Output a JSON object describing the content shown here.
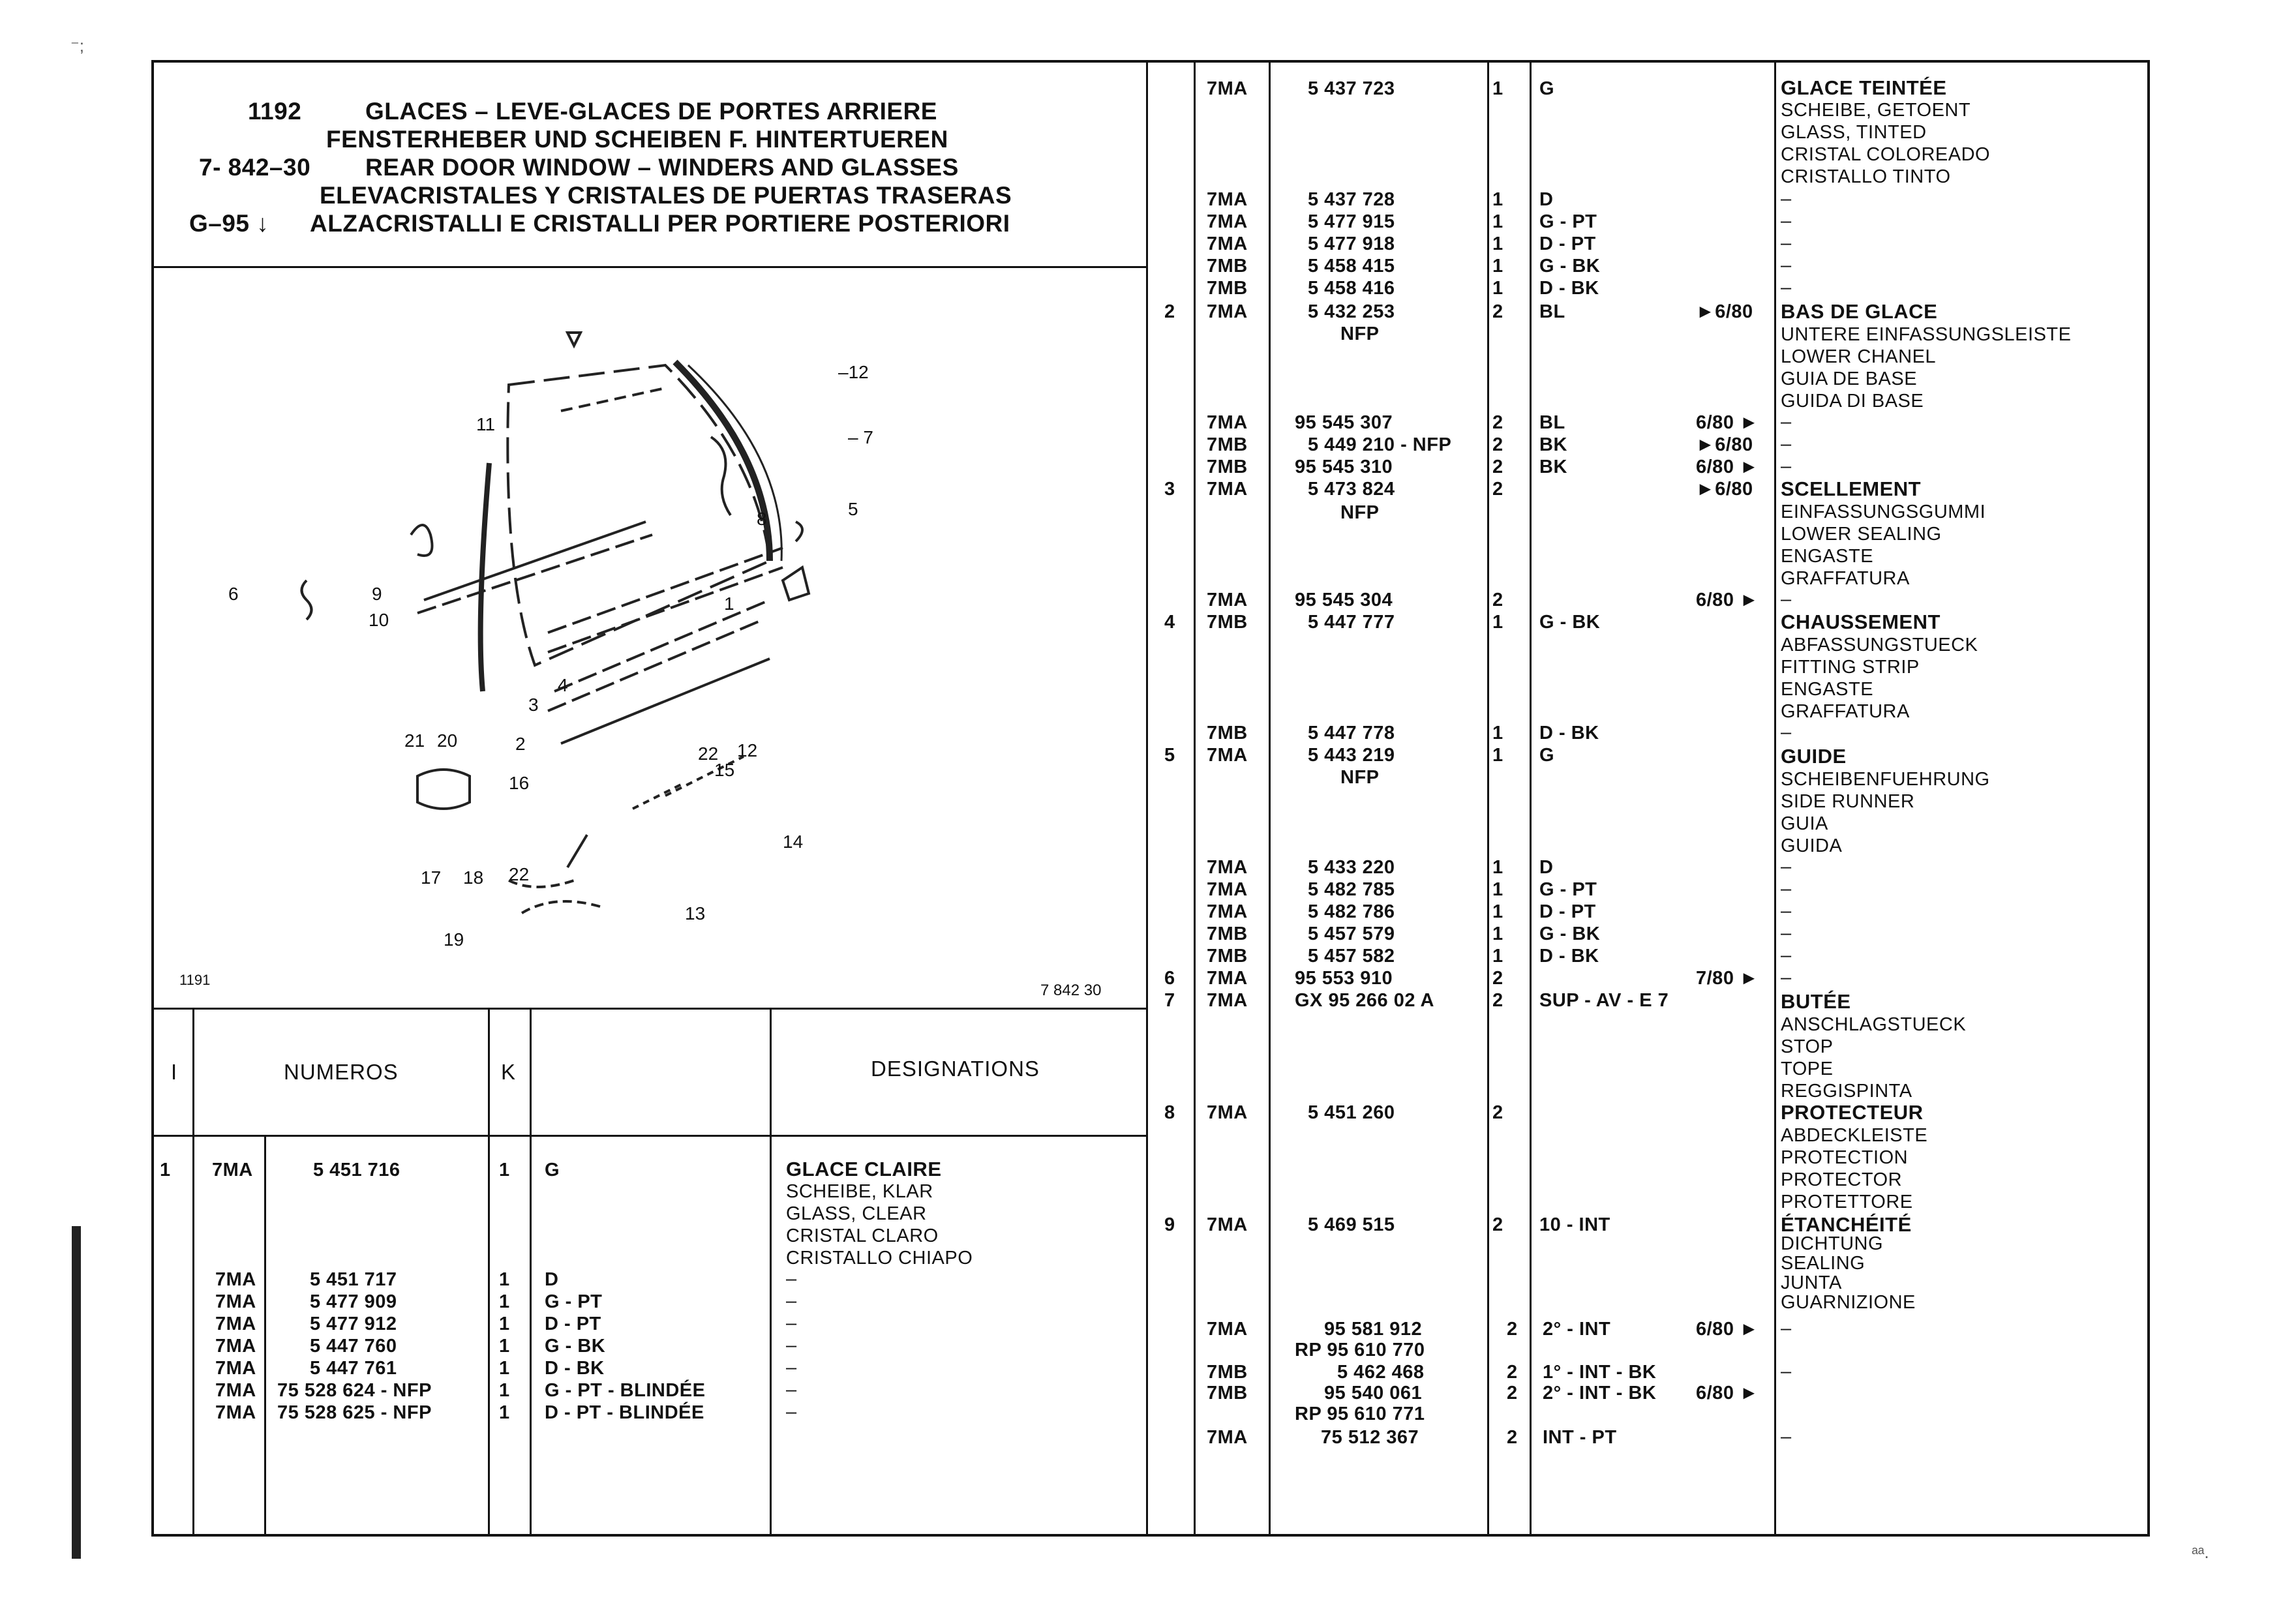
{
  "header": {
    "title_lines": [
      {
        "prefix": "1192",
        "text": "GLACES – LEVE-GLACES DE PORTES ARRIERE"
      },
      {
        "prefix": "",
        "text": "FENSTERHEBER UND SCHEIBEN F. HINTERTUEREN"
      },
      {
        "prefix": "7- 842–30",
        "text": "REAR DOOR WINDOW – WINDERS AND GLASSES"
      },
      {
        "prefix": "",
        "text": "ELEVACRISTALES Y CRISTALES DE PUERTAS TRASERAS"
      },
      {
        "prefix": "G–95 ↓",
        "text": "ALZACRISTALLI E CRISTALLI PER PORTIERE POSTERIORI"
      }
    ]
  },
  "diagram": {
    "ref_left": "1191",
    "ref_right": "7 842 30",
    "callouts": [
      "1",
      "2",
      "3",
      "4",
      "5",
      "6",
      "7",
      "8",
      "9",
      "10",
      "11",
      "12",
      "12",
      "13",
      "14",
      "15",
      "16",
      "17",
      "18",
      "19",
      "20",
      "21",
      "22",
      "22"
    ]
  },
  "table_header": {
    "col_i": "I",
    "col_numeros": "NUMEROS",
    "col_k": "K",
    "col_designations": "DESIGNATIONS"
  },
  "left_rows": [
    {
      "i": "1",
      "model": "7MA",
      "num": "5 451 716",
      "k": "1",
      "code": "G",
      "desc": [
        "GLACE CLAIRE",
        "SCHEIBE, KLAR",
        "GLASS, CLEAR",
        "CRISTAL CLARO",
        "CRISTALLO CHIAPO"
      ],
      "date": ""
    },
    {
      "i": "",
      "model": "7MA",
      "num": "5 451 717",
      "k": "1",
      "code": "D",
      "desc": [
        "–"
      ]
    },
    {
      "i": "",
      "model": "7MA",
      "num": "5 477 909",
      "k": "1",
      "code": "G - PT",
      "desc": [
        "–"
      ]
    },
    {
      "i": "",
      "model": "7MA",
      "num": "5 477 912",
      "k": "1",
      "code": "D - PT",
      "desc": [
        "–"
      ]
    },
    {
      "i": "",
      "model": "7MA",
      "num": "5 447 760",
      "k": "1",
      "code": "G - BK",
      "desc": [
        "–"
      ]
    },
    {
      "i": "",
      "model": "7MA",
      "num": "5 447 761",
      "k": "1",
      "code": "D - BK",
      "desc": [
        "–"
      ]
    },
    {
      "i": "",
      "model": "7MA",
      "num": "75 528 624 - NFP",
      "k": "1",
      "code": "G - PT - BLINDÉE",
      "desc": [
        "–"
      ]
    },
    {
      "i": "",
      "model": "7MA",
      "num": "75 528 625 - NFP",
      "k": "1",
      "code": "D - PT - BLINDÉE",
      "desc": [
        "–"
      ]
    }
  ],
  "right_rows": [
    {
      "i": "",
      "model": "7MA",
      "num": "5 437 723",
      "k": "1",
      "code": "G",
      "date": "",
      "desc": [
        "GLACE TEINTÉE",
        "SCHEIBE, GETOENT",
        "GLASS, TINTED",
        "CRISTAL COLOREADO",
        "CRISTALLO TINTO"
      ]
    },
    {
      "i": "",
      "model": "7MA",
      "num": "5 437 728",
      "k": "1",
      "code": "D",
      "date": "",
      "desc": [
        "–"
      ]
    },
    {
      "i": "",
      "model": "7MA",
      "num": "5 477 915",
      "k": "1",
      "code": "G - PT",
      "date": "",
      "desc": [
        "–"
      ]
    },
    {
      "i": "",
      "model": "7MA",
      "num": "5 477 918",
      "k": "1",
      "code": "D - PT",
      "date": "",
      "desc": [
        "–"
      ]
    },
    {
      "i": "",
      "model": "7MB",
      "num": "5 458 415",
      "k": "1",
      "code": "G - BK",
      "date": "",
      "desc": [
        "–"
      ]
    },
    {
      "i": "",
      "model": "7MB",
      "num": "5 458 416",
      "k": "1",
      "code": "D - BK",
      "date": "",
      "desc": [
        "–"
      ]
    },
    {
      "i": "2",
      "model": "7MA",
      "num": "5 432 253",
      "num2": "NFP",
      "k": "2",
      "code": "BL",
      "date": "►6/80",
      "desc": [
        "BAS DE GLACE",
        "UNTERE EINFASSUNGSLEISTE",
        "LOWER CHANEL",
        "GUIA DE BASE",
        "GUIDA DI BASE"
      ]
    },
    {
      "i": "",
      "model": "7MA",
      "num": "95 545 307",
      "k": "2",
      "code": "BL",
      "date": "6/80 ►",
      "desc": [
        "–"
      ]
    },
    {
      "i": "",
      "model": "7MB",
      "num": "5 449 210 - NFP",
      "k": "2",
      "code": "BK",
      "date": "►6/80",
      "desc": [
        "–"
      ]
    },
    {
      "i": "",
      "model": "7MB",
      "num": "95 545 310",
      "k": "2",
      "code": "BK",
      "date": "6/80 ►",
      "desc": [
        "–"
      ]
    },
    {
      "i": "3",
      "model": "7MA",
      "num": "5 473 824",
      "num2": "NFP",
      "k": "2",
      "code": "",
      "date": "►6/80",
      "desc": [
        "SCELLEMENT",
        "EINFASSUNGSGUMMI",
        "LOWER SEALING",
        "ENGASTE",
        "GRAFFATURA"
      ]
    },
    {
      "i": "",
      "model": "7MA",
      "num": "95 545 304",
      "k": "2",
      "code": "",
      "date": "6/80 ►",
      "desc": [
        "–"
      ]
    },
    {
      "i": "4",
      "model": "7MB",
      "num": "5 447 777",
      "k": "1",
      "code": "G - BK",
      "date": "",
      "desc": [
        "CHAUSSEMENT",
        "ABFASSUNGSTUECK",
        "FITTING STRIP",
        "ENGASTE",
        "GRAFFATURA"
      ]
    },
    {
      "i": "",
      "model": "7MB",
      "num": "5 447 778",
      "k": "1",
      "code": "D - BK",
      "date": "",
      "desc": [
        "–"
      ]
    },
    {
      "i": "5",
      "model": "7MA",
      "num": "5 443 219",
      "num2": "NFP",
      "k": "1",
      "code": "G",
      "date": "",
      "desc": [
        "GUIDE",
        "SCHEIBENFUEHRUNG",
        "SIDE RUNNER",
        "GUIA",
        "GUIDA"
      ]
    },
    {
      "i": "",
      "model": "7MA",
      "num": "5 433 220",
      "k": "1",
      "code": "D",
      "date": "",
      "desc": [
        "–"
      ]
    },
    {
      "i": "",
      "model": "7MA",
      "num": "5 482 785",
      "k": "1",
      "code": "G - PT",
      "date": "",
      "desc": [
        "–"
      ]
    },
    {
      "i": "",
      "model": "7MA",
      "num": "5 482 786",
      "k": "1",
      "code": "D - PT",
      "date": "",
      "desc": [
        "–"
      ]
    },
    {
      "i": "",
      "model": "7MB",
      "num": "5 457 579",
      "k": "1",
      "code": "G - BK",
      "date": "",
      "desc": [
        "–"
      ]
    },
    {
      "i": "",
      "model": "7MB",
      "num": "5 457 582",
      "k": "1",
      "code": "D - BK",
      "date": "",
      "desc": [
        "–"
      ]
    },
    {
      "i": "6",
      "model": "7MA",
      "num": "95 553 910",
      "k": "2",
      "code": "",
      "date": "7/80 ►",
      "desc": [
        "–"
      ]
    },
    {
      "i": "7",
      "model": "7MA",
      "num": "GX 95 266 02 A",
      "k": "2",
      "code": "SUP - AV - E 7",
      "date": "",
      "desc": [
        "BUTÉE",
        "ANSCHLAGSTUECK",
        "STOP",
        "TOPE",
        "REGGISPINTA"
      ]
    },
    {
      "i": "8",
      "model": "7MA",
      "num": "5 451 260",
      "k": "2",
      "code": "",
      "date": "",
      "desc": [
        "PROTECTEUR",
        "ABDECKLEISTE",
        "PROTECTION",
        "PROTECTOR",
        "PROTETTORE"
      ]
    },
    {
      "i": "9",
      "model": "7MA",
      "num": "5 469 515",
      "k": "2",
      "code": "10 - INT",
      "date": "",
      "desc": [
        "ÉTANCHÉITÉ",
        "DICHTUNG",
        "SEALING",
        "JUNTA",
        "GUARNIZIONE"
      ]
    },
    {
      "i": "",
      "model": "7MA",
      "num": "95 581 912",
      "num2": "RP 95 610 770",
      "k": "2",
      "code": "2° - INT",
      "date": "6/80 ►",
      "desc": [
        "–"
      ]
    },
    {
      "i": "",
      "model": "7MB",
      "num": "5 462 468",
      "k": "2",
      "code": "1° - INT - BK",
      "date": "",
      "desc": [
        "–"
      ]
    },
    {
      "i": "",
      "model": "7MB",
      "num": "95 540 061",
      "num2": "RP 95 610 771",
      "k": "2",
      "code": "2° - INT - BK",
      "date": "6/80 ►",
      "desc": [
        "–"
      ]
    },
    {
      "i": "",
      "model": "7MA",
      "num": "75 512 367",
      "k": "2",
      "code": "INT - PT",
      "date": "",
      "desc": [
        "–"
      ]
    }
  ]
}
